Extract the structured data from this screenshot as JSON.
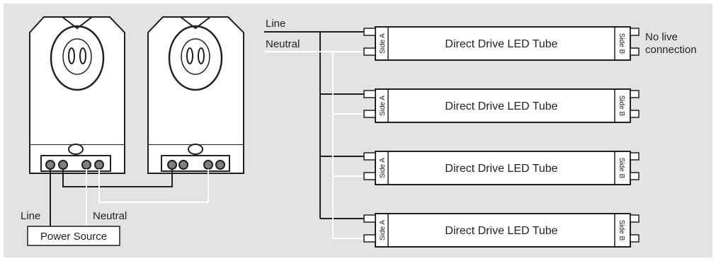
{
  "left_wiring": {
    "line_label": "Line",
    "neutral_label": "Neutral",
    "power_source_label": "Power Source"
  },
  "right_wiring": {
    "line_label": "Line",
    "neutral_label": "Neutral",
    "no_live_label_1": "No live",
    "no_live_label_2": "connection",
    "tubes": [
      {
        "label": "Direct Drive LED Tube",
        "side_a": "Side A",
        "side_b": "Side B"
      },
      {
        "label": "Direct Drive LED Tube",
        "side_a": "Side A",
        "side_b": "Side B"
      },
      {
        "label": "Direct Drive LED Tube",
        "side_a": "Side A",
        "side_b": "Side B"
      },
      {
        "label": "Direct Drive LED Tube",
        "side_a": "Side A",
        "side_b": "Side B"
      }
    ]
  },
  "colors": {
    "background": "#e3e3e3",
    "outline": "#231f20",
    "wire_neutral": "#ffffff",
    "fill_white": "#ffffff"
  }
}
